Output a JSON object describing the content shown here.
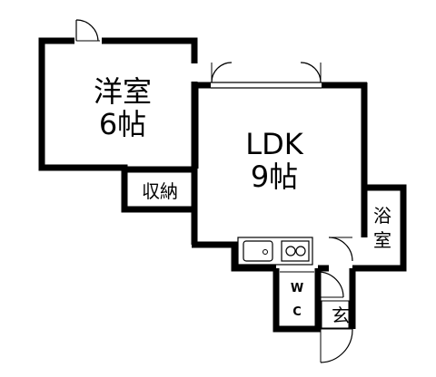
{
  "rooms": {
    "western_room": {
      "name": "洋室",
      "size": "6帖"
    },
    "ldk": {
      "name": "LDK",
      "size": "9帖"
    },
    "storage": {
      "name": "収納"
    },
    "bathroom": {
      "name": "浴室"
    },
    "wc": {
      "top": "W",
      "bottom": "C"
    },
    "entrance": {
      "name": "玄"
    }
  },
  "colors": {
    "wall": "#000000",
    "background": "#ffffff",
    "window": "#000000"
  }
}
